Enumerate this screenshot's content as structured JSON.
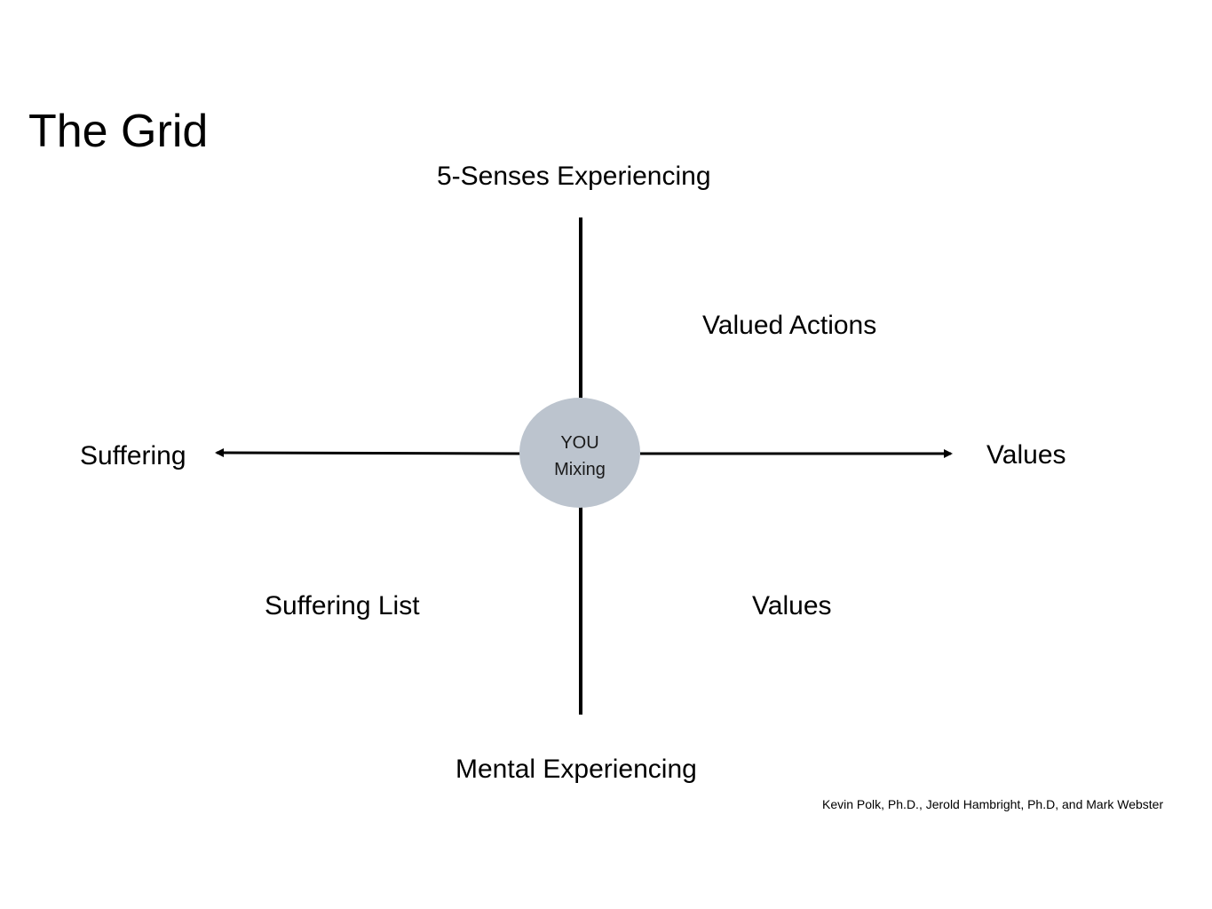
{
  "title": "The Grid",
  "axes": {
    "top": "5-Senses Experiencing",
    "bottom": "Mental Experiencing",
    "left": "Suffering",
    "right": "Values"
  },
  "quadrants": {
    "top_right": "Valued Actions",
    "bottom_left": "Suffering List",
    "bottom_right": "Values"
  },
  "center": {
    "line1": "YOU",
    "line2": "Mixing",
    "fill_color": "#BCC4CE"
  },
  "line_color": "#000000",
  "credit": "Kevin Polk, Ph.D., Jerold Hambright, Ph.D, and Mark Webster"
}
